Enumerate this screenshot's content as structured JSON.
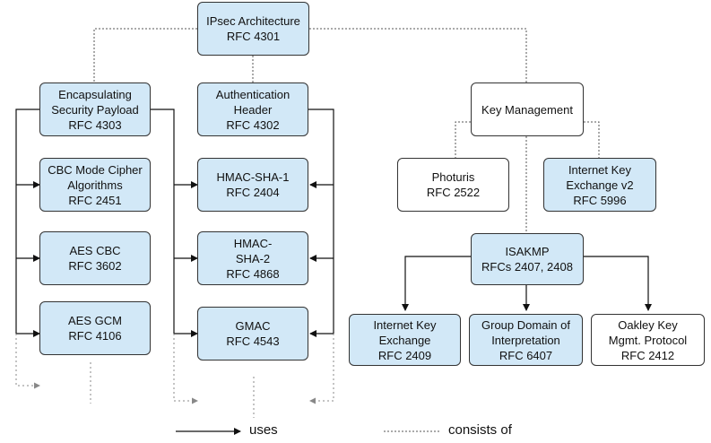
{
  "colors": {
    "box_fill": "#d2e8f7",
    "box_plain": "#ffffff",
    "border": "#333333"
  },
  "boxes": {
    "ipsec": {
      "line1": "IPsec Architecture",
      "line2": "RFC 4301"
    },
    "esp": {
      "line1": "Encapsulating",
      "line2": "Security Payload",
      "line3": "RFC 4303"
    },
    "ah": {
      "line1": "Authentication",
      "line2": "Header",
      "line3": "RFC 4302"
    },
    "keymgmt": {
      "line1": "Key Management"
    },
    "cbc": {
      "line1": "CBC Mode Cipher",
      "line2": "Algorithms",
      "line3": "RFC 2451"
    },
    "aescbc": {
      "line1": "AES CBC",
      "line2": "RFC 3602"
    },
    "aesgcm": {
      "line1": "AES GCM",
      "line2": "RFC 4106"
    },
    "sha1": {
      "line1": "HMAC-SHA-1",
      "line2": "RFC 2404"
    },
    "sha2": {
      "line1": "HMAC-",
      "line2": "SHA-2",
      "line3": "RFC 4868"
    },
    "gmac": {
      "line1": "GMAC",
      "line2": "RFC 4543"
    },
    "photuris": {
      "line1": "Photuris",
      "line2": "RFC 2522"
    },
    "ikev2": {
      "line1": "Internet Key",
      "line2": "Exchange v2",
      "line3": "RFC 5996"
    },
    "isakmp": {
      "line1": "ISAKMP",
      "line2": "RFCs 2407, 2408"
    },
    "ike": {
      "line1": "Internet Key",
      "line2": "Exchange",
      "line3": "RFC 2409"
    },
    "gdoi": {
      "line1": "Group Domain of",
      "line2": "Interpretation",
      "line3": "RFC 6407"
    },
    "oakley": {
      "line1": "Oakley Key",
      "line2": "Mgmt. Protocol",
      "line3": "RFC 2412"
    }
  },
  "legend": {
    "uses": "uses",
    "consists_of": "consists of"
  }
}
